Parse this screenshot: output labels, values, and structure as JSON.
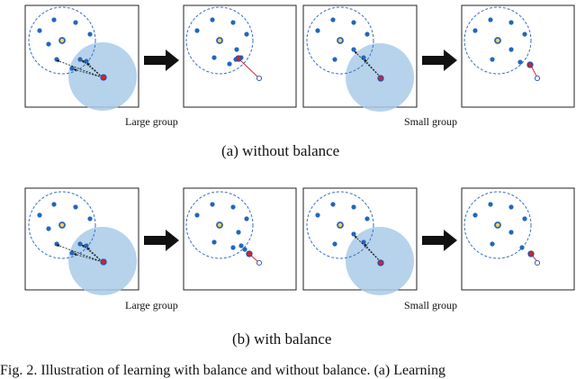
{
  "labels": {
    "large_group": "Large group",
    "small_group": "Small group"
  },
  "subcaptions": {
    "a": "(a)  without balance",
    "b": "(b)  with balance"
  },
  "caption": "Fig. 2.  Illustration of learning with balance and without balance. (a) Learning",
  "colors": {
    "frame": "#222222",
    "dashed_circle": "#3b6fc4",
    "dot": "#2266c0",
    "center_fill": "#f2d45c",
    "center_ring": "#2f63b5",
    "target_dot": "#d8202a",
    "target_ring": "#2a4fa8",
    "shade": "#a9cbe8",
    "arrow": "#111111"
  }
}
